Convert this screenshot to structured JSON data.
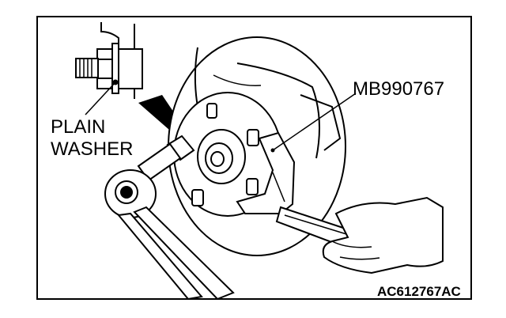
{
  "labels": {
    "tool": "MB990767",
    "washer_line1": "PLAIN",
    "washer_line2": "WASHER",
    "figure_code": "AC612767AC"
  },
  "colors": {
    "ink": "#000000",
    "paper": "#ffffff"
  }
}
